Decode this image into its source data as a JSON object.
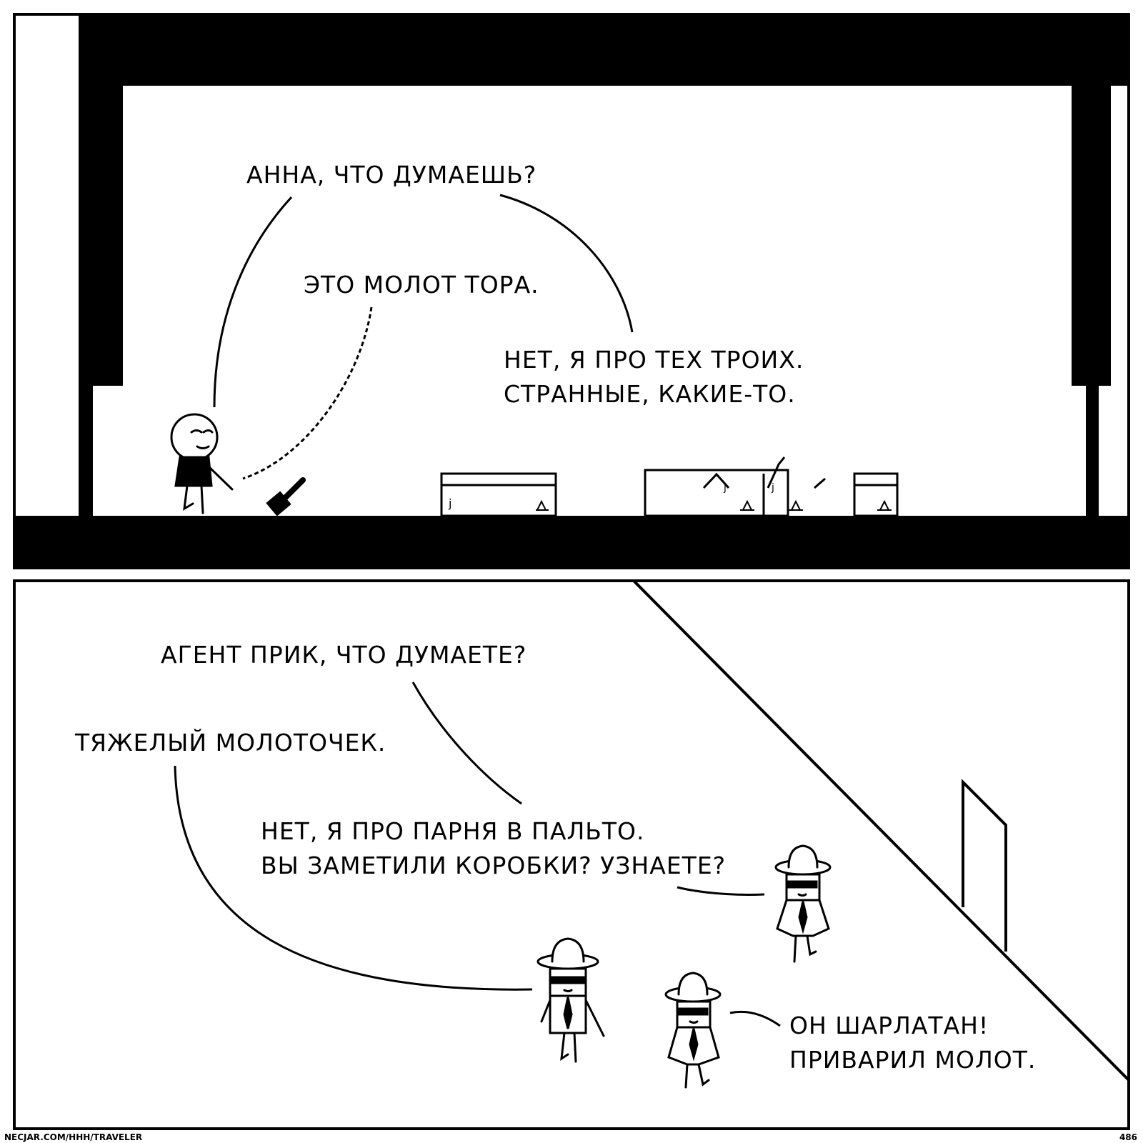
{
  "panel_1": {
    "line_1": "АННА, ЧТО ДУМАЕШЬ?",
    "line_2": "ЭТО МОЛОТ ТОРА.",
    "line_3a": "НЕТ, Я ПРО ТЕХ ТРОИХ.",
    "line_3b": "СТРАННЫЕ, КАКИЕ-ТО."
  },
  "panel_2": {
    "line_1": "АГЕНТ ПРИК, ЧТО ДУМАЕТЕ?",
    "line_2": "ТЯЖЕЛЫЙ МОЛОТОЧЕК.",
    "line_3a": "НЕТ, Я ПРО ПАРНЯ В ПАЛЬТО.",
    "line_3b": "ВЫ ЗАМЕТИЛИ КОРОБКИ? УЗНАЕТЕ?",
    "line_4a": "ОН ШАРЛАТАН!",
    "line_4b": "ПРИВАРИЛ МОЛОТ."
  },
  "footer": {
    "site": "NECJAR.COM/HHH/TRAVELER",
    "page_number": "486"
  },
  "colors": {
    "ink": "#000000",
    "paper": "#ffffff"
  }
}
